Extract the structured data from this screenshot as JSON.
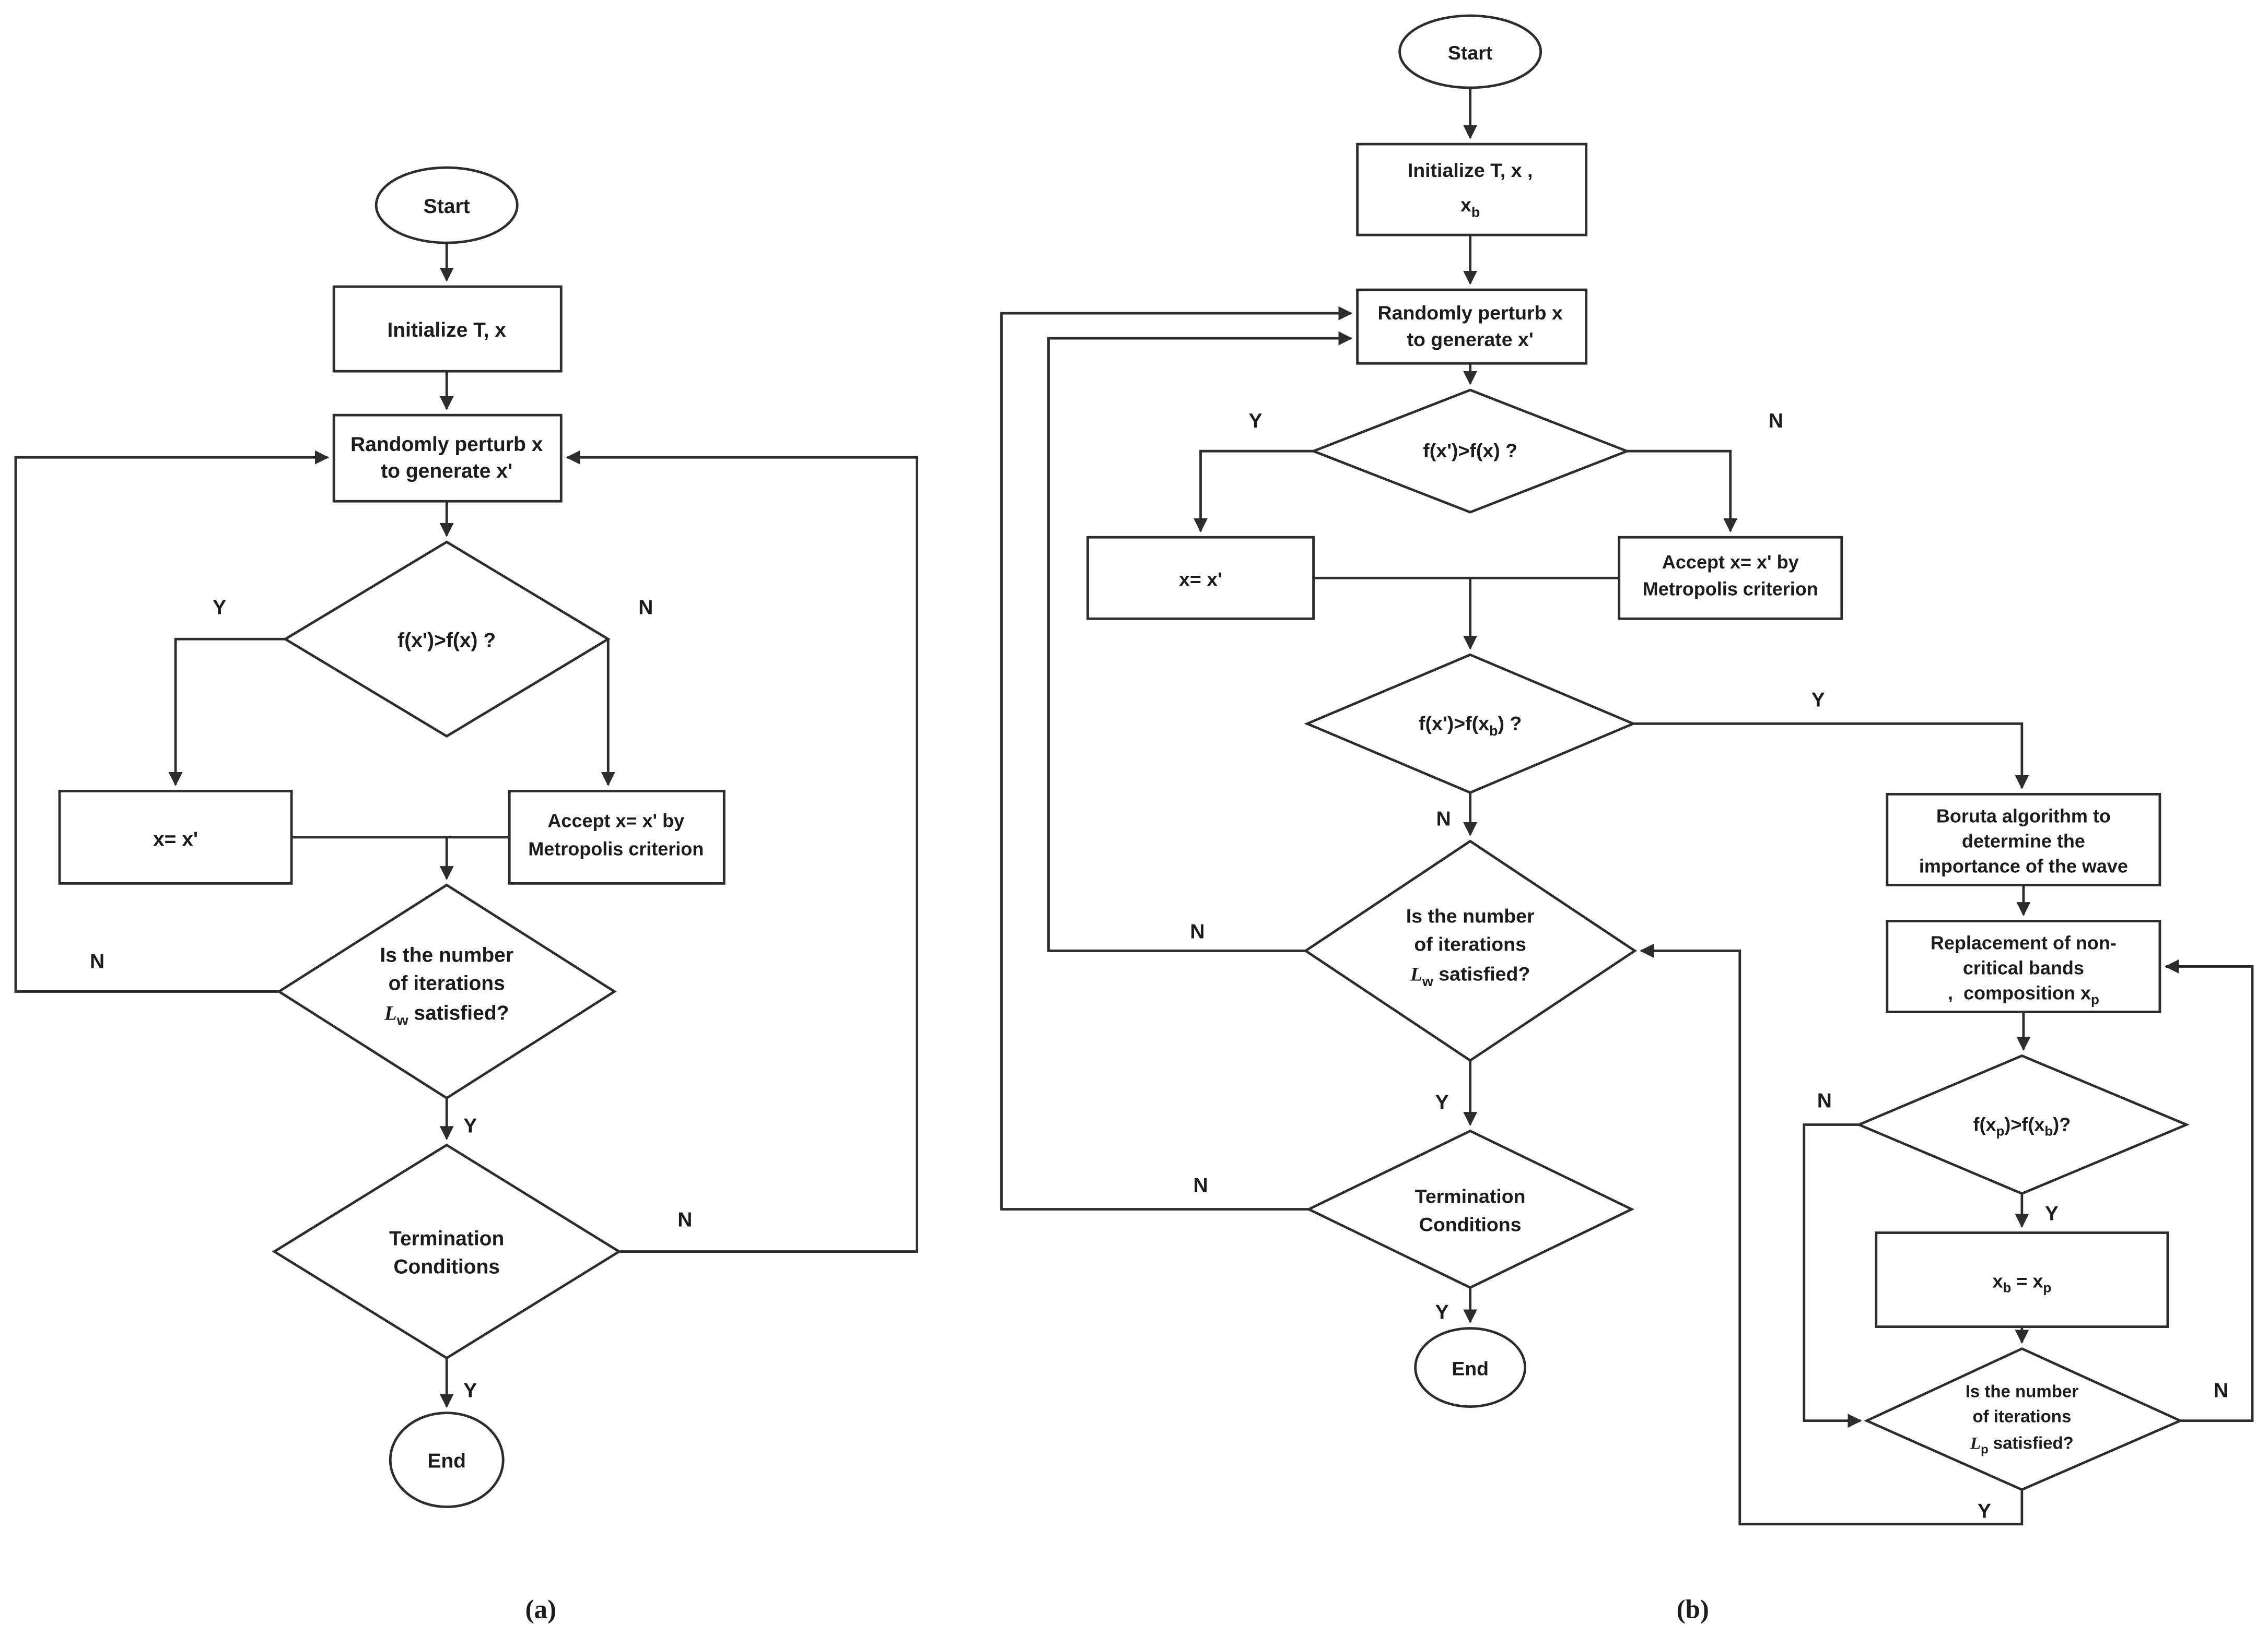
{
  "figure": {
    "caption_a": "(a)",
    "caption_b": "(b)",
    "edge_labels": {
      "yes": "Y",
      "no": "N"
    },
    "colors": {
      "line": "#2d2d2d",
      "text": "#1c1c1c",
      "background": "#ffffff"
    }
  },
  "flowchart_a": {
    "start": "Start",
    "initialize": "Initialize T, x",
    "perturb_line1": "Randomly perturb x",
    "perturb_line2": "to generate x'",
    "decision_improve": "f(x')>f(x) ?",
    "assign": "x= x'",
    "accept_line1": "Accept x= x' by",
    "accept_line2": "Metropolis criterion",
    "iterations_line1": "Is the number",
    "iterations_line2": "of iterations",
    "iterations_var": "L",
    "iterations_var_sub": "w",
    "iterations_line3_rest": " satisfied?",
    "termination_line1": "Termination",
    "termination_line2": "Conditions",
    "end": "End"
  },
  "flowchart_b": {
    "start": "Start",
    "init_line1": "Initialize T, x ,",
    "init_var": "x",
    "init_var_sub": "b",
    "perturb_line1": "Randomly perturb x",
    "perturb_line2": "to generate x'",
    "decision_improve": "f(x')>f(x) ?",
    "assign": "x= x'",
    "accept_line1": "Accept x= x' by",
    "accept_line2": "Metropolis criterion",
    "decision_best_pre": "f(x')>f(x",
    "decision_best_sub": "b",
    "decision_best_post": ") ?",
    "iterations_line1": "Is the number",
    "iterations_line2": "of iterations",
    "iterations_w_var": "L",
    "iterations_w_sub": "w",
    "iterations_line3_rest": " satisfied?",
    "termination_line1": "Termination",
    "termination_line2": "Conditions",
    "end": "End",
    "boruta_line1": "Boruta algorithm to",
    "boruta_line2": "determine the",
    "boruta_line3": "importance of the wave",
    "replace_line1": "Replacement of non-",
    "replace_line2": "critical bands",
    "replace_line3_pre": ",  composition x",
    "replace_line3_sub": "p",
    "decision_perturb_p1": "f(x",
    "decision_perturb_s1": "p",
    "decision_perturb_p2": ")>f(x",
    "decision_perturb_s2": "b",
    "decision_perturb_p3": ")?",
    "assign_best_p1": "x",
    "assign_best_s1": "b",
    "assign_best_p2": " = x",
    "assign_best_s2": "p",
    "iterations_p_line1": "Is the number",
    "iterations_p_line2": "of iterations",
    "iterations_p_var": "L",
    "iterations_p_sub": "p",
    "iterations_p_line3_rest": " satisfied?"
  }
}
